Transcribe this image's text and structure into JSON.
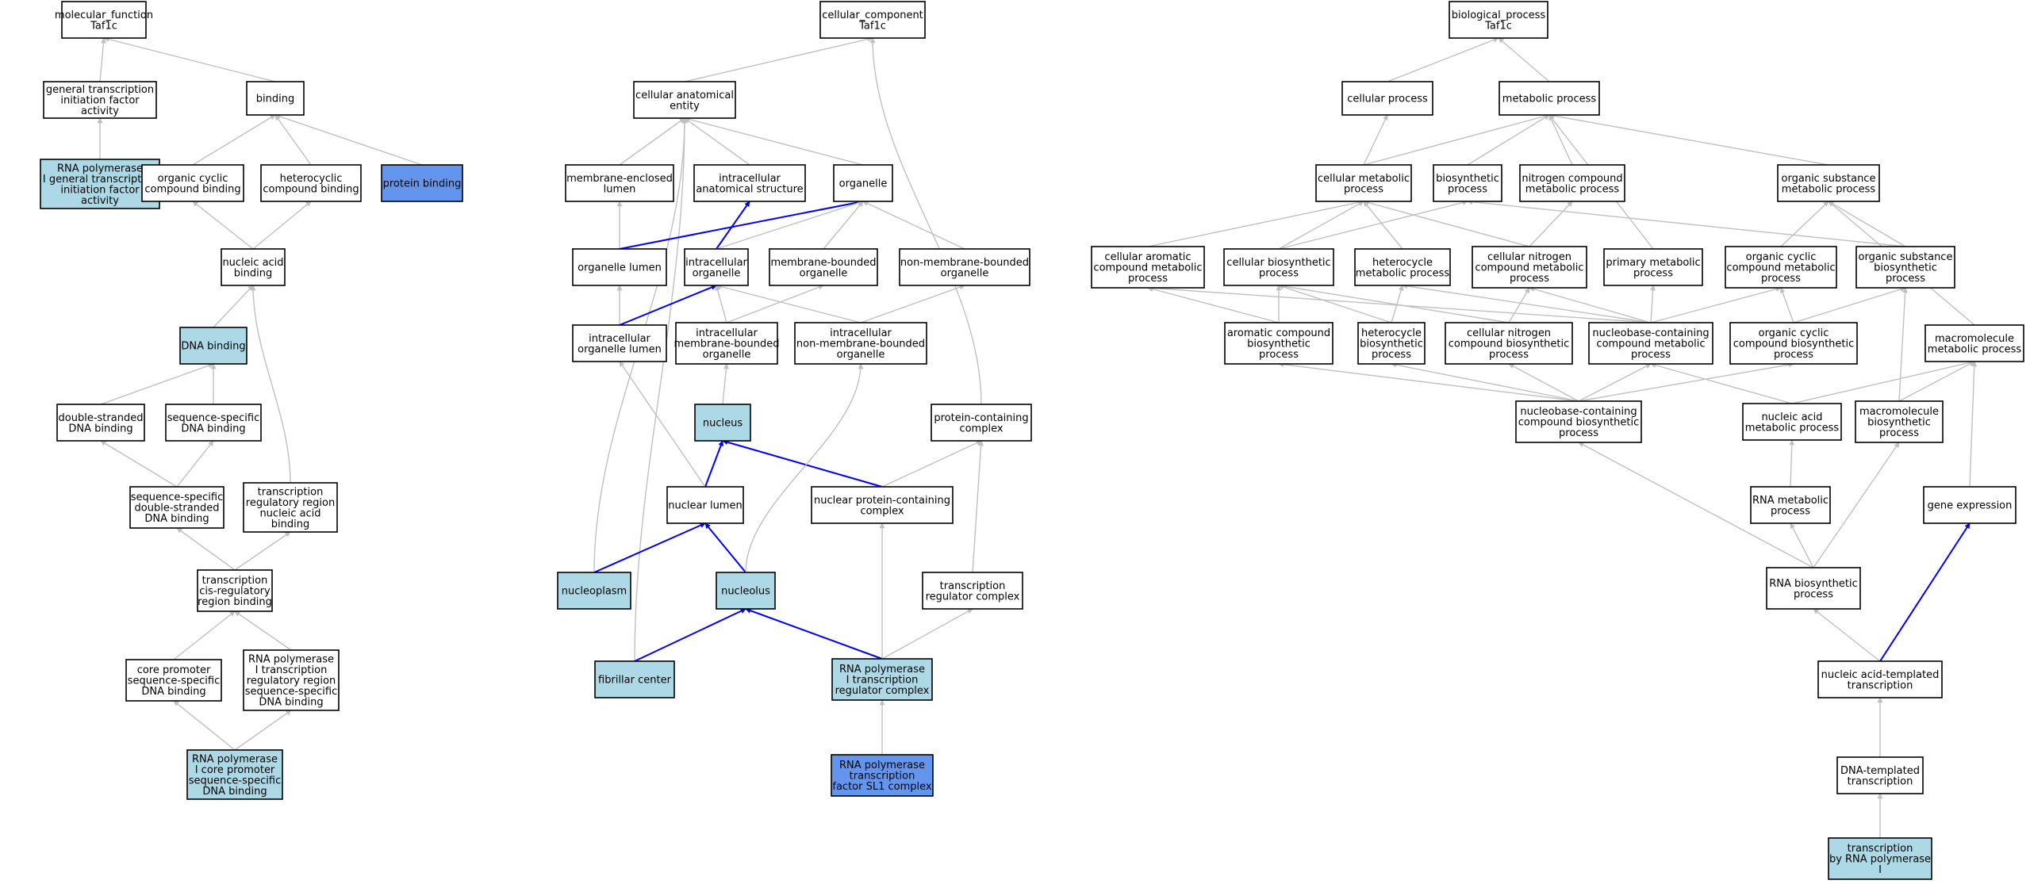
{
  "colors": {
    "plain": "#ffffff",
    "highlight_light": "#add8e6",
    "highlight_strong": "#6495ed",
    "edge_grey": "#c0c0c0",
    "edge_blue": "#0000ff"
  },
  "nodes": [
    {
      "id": "mf",
      "lines": [
        "molecular_function",
        "Taf1c"
      ],
      "style": "plain"
    },
    {
      "id": "gtifa",
      "lines": [
        "general transcription",
        "initiation factor",
        "activity"
      ],
      "style": "plain"
    },
    {
      "id": "binding",
      "lines": [
        "binding"
      ],
      "style": "plain"
    },
    {
      "id": "rnap1gtifa",
      "lines": [
        "RNA polymerase",
        "I general transcription",
        "initiation factor",
        "activity"
      ],
      "style": "highlight_light"
    },
    {
      "id": "ocb",
      "lines": [
        "organic cyclic",
        "compound binding"
      ],
      "style": "plain"
    },
    {
      "id": "hcb",
      "lines": [
        "heterocyclic",
        "compound binding"
      ],
      "style": "plain"
    },
    {
      "id": "protb",
      "lines": [
        "protein binding"
      ],
      "style": "highlight_strong"
    },
    {
      "id": "nab",
      "lines": [
        "nucleic acid",
        "binding"
      ],
      "style": "plain"
    },
    {
      "id": "dnab",
      "lines": [
        "DNA binding"
      ],
      "style": "highlight_light"
    },
    {
      "id": "dsdnab",
      "lines": [
        "double-stranded",
        "DNA binding"
      ],
      "style": "plain"
    },
    {
      "id": "ssdnab",
      "lines": [
        "sequence-specific",
        "DNA binding"
      ],
      "style": "plain"
    },
    {
      "id": "ssdsdnab",
      "lines": [
        "sequence-specific",
        "double-stranded",
        "DNA binding"
      ],
      "style": "plain"
    },
    {
      "id": "trrnab",
      "lines": [
        "transcription",
        "regulatory region",
        "nucleic acid",
        "binding"
      ],
      "style": "plain"
    },
    {
      "id": "tcrrb",
      "lines": [
        "transcription",
        "cis-regulatory",
        "region binding"
      ],
      "style": "plain"
    },
    {
      "id": "cpssdnab",
      "lines": [
        "core promoter",
        "sequence-specific",
        "DNA binding"
      ],
      "style": "plain"
    },
    {
      "id": "rnap1trr",
      "lines": [
        "RNA polymerase",
        "I transcription",
        "regulatory region",
        "sequence-specific",
        "DNA binding"
      ],
      "style": "plain"
    },
    {
      "id": "rnap1cp",
      "lines": [
        "RNA polymerase",
        "I core promoter",
        "sequence-specific",
        "DNA binding"
      ],
      "style": "highlight_light"
    },
    {
      "id": "cc",
      "lines": [
        "cellular_component",
        "Taf1c"
      ],
      "style": "plain"
    },
    {
      "id": "cae",
      "lines": [
        "cellular anatomical",
        "entity"
      ],
      "style": "plain"
    },
    {
      "id": "mel",
      "lines": [
        "membrane-enclosed",
        "lumen"
      ],
      "style": "plain"
    },
    {
      "id": "ias",
      "lines": [
        "intracellular",
        "anatomical structure"
      ],
      "style": "plain"
    },
    {
      "id": "organelle",
      "lines": [
        "organelle"
      ],
      "style": "plain"
    },
    {
      "id": "orglumen",
      "lines": [
        "organelle lumen"
      ],
      "style": "plain"
    },
    {
      "id": "intorg",
      "lines": [
        "intracellular",
        "organelle"
      ],
      "style": "plain"
    },
    {
      "id": "mbo",
      "lines": [
        "membrane-bounded",
        "organelle"
      ],
      "style": "plain"
    },
    {
      "id": "nmbo",
      "lines": [
        "non-membrane-bounded",
        "organelle"
      ],
      "style": "plain"
    },
    {
      "id": "iol",
      "lines": [
        "intracellular",
        "organelle lumen"
      ],
      "style": "plain"
    },
    {
      "id": "imbo",
      "lines": [
        "intracellular",
        "membrane-bounded",
        "organelle"
      ],
      "style": "plain"
    },
    {
      "id": "inmbo",
      "lines": [
        "intracellular",
        "non-membrane-bounded",
        "organelle"
      ],
      "style": "plain"
    },
    {
      "id": "nucleus",
      "lines": [
        "nucleus"
      ],
      "style": "highlight_light"
    },
    {
      "id": "pcc",
      "lines": [
        "protein-containing",
        "complex"
      ],
      "style": "plain"
    },
    {
      "id": "nuclumen",
      "lines": [
        "nuclear lumen"
      ],
      "style": "plain"
    },
    {
      "id": "npcc",
      "lines": [
        "nuclear protein-containing",
        "complex"
      ],
      "style": "plain"
    },
    {
      "id": "nucleoplasm",
      "lines": [
        "nucleoplasm"
      ],
      "style": "highlight_light"
    },
    {
      "id": "nucleolus",
      "lines": [
        "nucleolus"
      ],
      "style": "highlight_light"
    },
    {
      "id": "trc",
      "lines": [
        "transcription",
        "regulator complex"
      ],
      "style": "plain"
    },
    {
      "id": "fibc",
      "lines": [
        "fibrillar center"
      ],
      "style": "highlight_light"
    },
    {
      "id": "rnap1trc",
      "lines": [
        "RNA polymerase",
        "I transcription",
        "regulator complex"
      ],
      "style": "highlight_light"
    },
    {
      "id": "sl1",
      "lines": [
        "RNA polymerase",
        "transcription",
        "factor SL1 complex"
      ],
      "style": "highlight_strong"
    },
    {
      "id": "bp",
      "lines": [
        "biological_process",
        "Taf1c"
      ],
      "style": "plain"
    },
    {
      "id": "cellproc",
      "lines": [
        "cellular process"
      ],
      "style": "plain"
    },
    {
      "id": "metproc",
      "lines": [
        "metabolic process"
      ],
      "style": "plain"
    },
    {
      "id": "cellmet",
      "lines": [
        "cellular metabolic",
        "process"
      ],
      "style": "plain"
    },
    {
      "id": "biosyn",
      "lines": [
        "biosynthetic",
        "process"
      ],
      "style": "plain"
    },
    {
      "id": "ncmp",
      "lines": [
        "nitrogen compound",
        "metabolic process"
      ],
      "style": "plain"
    },
    {
      "id": "osmp",
      "lines": [
        "organic substance",
        "metabolic process"
      ],
      "style": "plain"
    },
    {
      "id": "cacmp",
      "lines": [
        "cellular aromatic",
        "compound metabolic",
        "process"
      ],
      "style": "plain"
    },
    {
      "id": "cbp",
      "lines": [
        "cellular biosynthetic",
        "process"
      ],
      "style": "plain"
    },
    {
      "id": "hmp",
      "lines": [
        "heterocycle",
        "metabolic process"
      ],
      "style": "plain"
    },
    {
      "id": "cncmp",
      "lines": [
        "cellular nitrogen",
        "compound metabolic",
        "process"
      ],
      "style": "plain"
    },
    {
      "id": "pmp",
      "lines": [
        "primary metabolic",
        "process"
      ],
      "style": "plain"
    },
    {
      "id": "occmp",
      "lines": [
        "organic cyclic",
        "compound metabolic",
        "process"
      ],
      "style": "plain"
    },
    {
      "id": "osbp",
      "lines": [
        "organic substance",
        "biosynthetic",
        "process"
      ],
      "style": "plain"
    },
    {
      "id": "acbp",
      "lines": [
        "aromatic compound",
        "biosynthetic",
        "process"
      ],
      "style": "plain"
    },
    {
      "id": "hbp",
      "lines": [
        "heterocycle",
        "biosynthetic",
        "process"
      ],
      "style": "plain"
    },
    {
      "id": "cncbp",
      "lines": [
        "cellular nitrogen",
        "compound biosynthetic",
        "process"
      ],
      "style": "plain"
    },
    {
      "id": "nbccmp",
      "lines": [
        "nucleobase-containing",
        "compound metabolic",
        "process"
      ],
      "style": "plain"
    },
    {
      "id": "occbp",
      "lines": [
        "organic cyclic",
        "compound biosynthetic",
        "process"
      ],
      "style": "plain"
    },
    {
      "id": "mmp",
      "lines": [
        "macromolecule",
        "metabolic process"
      ],
      "style": "plain"
    },
    {
      "id": "nbccbp",
      "lines": [
        "nucleobase-containing",
        "compound biosynthetic",
        "process"
      ],
      "style": "plain"
    },
    {
      "id": "namp",
      "lines": [
        "nucleic acid",
        "metabolic process"
      ],
      "style": "plain"
    },
    {
      "id": "mbp",
      "lines": [
        "macromolecule",
        "biosynthetic",
        "process"
      ],
      "style": "plain"
    },
    {
      "id": "rnamp",
      "lines": [
        "RNA metabolic",
        "process"
      ],
      "style": "plain"
    },
    {
      "id": "geneexp",
      "lines": [
        "gene expression"
      ],
      "style": "plain"
    },
    {
      "id": "rnabp",
      "lines": [
        "RNA biosynthetic",
        "process"
      ],
      "style": "plain"
    },
    {
      "id": "natt",
      "lines": [
        "nucleic acid-templated",
        "transcription"
      ],
      "style": "plain"
    },
    {
      "id": "dnatt",
      "lines": [
        "DNA-templated",
        "transcription"
      ],
      "style": "plain"
    },
    {
      "id": "trnap1",
      "lines": [
        "transcription",
        "by RNA polymerase",
        "I"
      ],
      "style": "highlight_light"
    }
  ],
  "edges": [
    {
      "from": "gtifa",
      "to": "mf",
      "color": "grey"
    },
    {
      "from": "binding",
      "to": "mf",
      "color": "grey"
    },
    {
      "from": "rnap1gtifa",
      "to": "gtifa",
      "color": "grey"
    },
    {
      "from": "ocb",
      "to": "binding",
      "color": "grey"
    },
    {
      "from": "hcb",
      "to": "binding",
      "color": "grey"
    },
    {
      "from": "protb",
      "to": "binding",
      "color": "grey"
    },
    {
      "from": "nab",
      "to": "ocb",
      "color": "grey"
    },
    {
      "from": "nab",
      "to": "hcb",
      "color": "grey"
    },
    {
      "from": "dnab",
      "to": "nab",
      "color": "grey"
    },
    {
      "from": "dsdnab",
      "to": "dnab",
      "color": "grey"
    },
    {
      "from": "ssdnab",
      "to": "dnab",
      "color": "grey"
    },
    {
      "from": "ssdsdnab",
      "to": "dsdnab",
      "color": "grey"
    },
    {
      "from": "ssdsdnab",
      "to": "ssdnab",
      "color": "grey"
    },
    {
      "from": "trrnab",
      "to": "nab",
      "color": "grey"
    },
    {
      "from": "tcrrb",
      "to": "ssdsdnab",
      "color": "grey"
    },
    {
      "from": "tcrrb",
      "to": "trrnab",
      "color": "grey"
    },
    {
      "from": "cpssdnab",
      "to": "tcrrb",
      "color": "grey"
    },
    {
      "from": "rnap1trr",
      "to": "tcrrb",
      "color": "grey"
    },
    {
      "from": "rnap1cp",
      "to": "cpssdnab",
      "color": "grey"
    },
    {
      "from": "rnap1cp",
      "to": "rnap1trr",
      "color": "grey"
    },
    {
      "from": "cae",
      "to": "cc",
      "color": "grey"
    },
    {
      "from": "pcc",
      "to": "cc",
      "color": "grey"
    },
    {
      "from": "mel",
      "to": "cae",
      "color": "grey"
    },
    {
      "from": "ias",
      "to": "cae",
      "color": "grey"
    },
    {
      "from": "organelle",
      "to": "cae",
      "color": "grey"
    },
    {
      "from": "nucleoplasm",
      "to": "cae",
      "color": "grey"
    },
    {
      "from": "fibc",
      "to": "cae",
      "color": "grey"
    },
    {
      "from": "orglumen",
      "to": "mel",
      "color": "grey"
    },
    {
      "from": "orglumen",
      "to": "organelle",
      "color": "blue"
    },
    {
      "from": "intorg",
      "to": "ias",
      "color": "blue"
    },
    {
      "from": "intorg",
      "to": "organelle",
      "color": "grey"
    },
    {
      "from": "mbo",
      "to": "organelle",
      "color": "grey"
    },
    {
      "from": "nmbo",
      "to": "organelle",
      "color": "grey"
    },
    {
      "from": "iol",
      "to": "orglumen",
      "color": "grey"
    },
    {
      "from": "iol",
      "to": "intorg",
      "color": "blue"
    },
    {
      "from": "imbo",
      "to": "intorg",
      "color": "grey"
    },
    {
      "from": "imbo",
      "to": "mbo",
      "color": "grey"
    },
    {
      "from": "inmbo",
      "to": "intorg",
      "color": "grey"
    },
    {
      "from": "inmbo",
      "to": "nmbo",
      "color": "grey"
    },
    {
      "from": "nucleus",
      "to": "imbo",
      "color": "grey"
    },
    {
      "from": "nuclumen",
      "to": "nucleus",
      "color": "blue"
    },
    {
      "from": "nuclumen",
      "to": "iol",
      "color": "grey"
    },
    {
      "from": "npcc",
      "to": "nucleus",
      "color": "blue"
    },
    {
      "from": "npcc",
      "to": "pcc",
      "color": "grey"
    },
    {
      "from": "nucleoplasm",
      "to": "nuclumen",
      "color": "blue"
    },
    {
      "from": "nucleolus",
      "to": "nuclumen",
      "color": "blue"
    },
    {
      "from": "nucleolus",
      "to": "inmbo",
      "color": "grey"
    },
    {
      "from": "trc",
      "to": "pcc",
      "color": "grey"
    },
    {
      "from": "fibc",
      "to": "nucleolus",
      "color": "blue"
    },
    {
      "from": "rnap1trc",
      "to": "nucleolus",
      "color": "blue"
    },
    {
      "from": "rnap1trc",
      "to": "npcc",
      "color": "grey"
    },
    {
      "from": "rnap1trc",
      "to": "trc",
      "color": "grey"
    },
    {
      "from": "sl1",
      "to": "rnap1trc",
      "color": "grey"
    },
    {
      "from": "cellproc",
      "to": "bp",
      "color": "grey"
    },
    {
      "from": "metproc",
      "to": "bp",
      "color": "grey"
    },
    {
      "from": "cellmet",
      "to": "cellproc",
      "color": "grey"
    },
    {
      "from": "cellmet",
      "to": "metproc",
      "color": "grey"
    },
    {
      "from": "biosyn",
      "to": "metproc",
      "color": "grey"
    },
    {
      "from": "ncmp",
      "to": "metproc",
      "color": "grey"
    },
    {
      "from": "osmp",
      "to": "metproc",
      "color": "grey"
    },
    {
      "from": "pmp",
      "to": "metproc",
      "color": "grey"
    },
    {
      "from": "cacmp",
      "to": "cellmet",
      "color": "grey"
    },
    {
      "from": "cbp",
      "to": "cellmet",
      "color": "grey"
    },
    {
      "from": "cbp",
      "to": "biosyn",
      "color": "grey"
    },
    {
      "from": "hmp",
      "to": "cellmet",
      "color": "grey"
    },
    {
      "from": "cncmp",
      "to": "cellmet",
      "color": "grey"
    },
    {
      "from": "cncmp",
      "to": "ncmp",
      "color": "grey"
    },
    {
      "from": "occmp",
      "to": "osmp",
      "color": "grey"
    },
    {
      "from": "osbp",
      "to": "osmp",
      "color": "grey"
    },
    {
      "from": "osbp",
      "to": "biosyn",
      "color": "grey"
    },
    {
      "from": "mmp",
      "to": "osmp",
      "color": "grey"
    },
    {
      "from": "acbp",
      "to": "cacmp",
      "color": "grey"
    },
    {
      "from": "acbp",
      "to": "cbp",
      "color": "grey"
    },
    {
      "from": "hbp",
      "to": "hmp",
      "color": "grey"
    },
    {
      "from": "hbp",
      "to": "cbp",
      "color": "grey"
    },
    {
      "from": "cncbp",
      "to": "cncmp",
      "color": "grey"
    },
    {
      "from": "cncbp",
      "to": "cbp",
      "color": "grey"
    },
    {
      "from": "nbccmp",
      "to": "cacmp",
      "color": "grey"
    },
    {
      "from": "nbccmp",
      "to": "hmp",
      "color": "grey"
    },
    {
      "from": "nbccmp",
      "to": "cncmp",
      "color": "grey"
    },
    {
      "from": "nbccmp",
      "to": "pmp",
      "color": "grey"
    },
    {
      "from": "nbccmp",
      "to": "occmp",
      "color": "grey"
    },
    {
      "from": "occbp",
      "to": "occmp",
      "color": "grey"
    },
    {
      "from": "occbp",
      "to": "osbp",
      "color": "grey"
    },
    {
      "from": "nbccbp",
      "to": "acbp",
      "color": "grey"
    },
    {
      "from": "nbccbp",
      "to": "hbp",
      "color": "grey"
    },
    {
      "from": "nbccbp",
      "to": "cncbp",
      "color": "grey"
    },
    {
      "from": "nbccbp",
      "to": "nbccmp",
      "color": "grey"
    },
    {
      "from": "nbccbp",
      "to": "occbp",
      "color": "grey"
    },
    {
      "from": "namp",
      "to": "nbccmp",
      "color": "grey"
    },
    {
      "from": "namp",
      "to": "mmp",
      "color": "grey"
    },
    {
      "from": "mbp",
      "to": "mmp",
      "color": "grey"
    },
    {
      "from": "mbp",
      "to": "osbp",
      "color": "grey"
    },
    {
      "from": "rnamp",
      "to": "namp",
      "color": "grey"
    },
    {
      "from": "geneexp",
      "to": "mmp",
      "color": "grey"
    },
    {
      "from": "rnabp",
      "to": "rnamp",
      "color": "grey"
    },
    {
      "from": "rnabp",
      "to": "mbp",
      "color": "grey"
    },
    {
      "from": "rnabp",
      "to": "nbccbp",
      "color": "grey"
    },
    {
      "from": "natt",
      "to": "rnabp",
      "color": "grey"
    },
    {
      "from": "natt",
      "to": "geneexp",
      "color": "blue"
    },
    {
      "from": "dnatt",
      "to": "natt",
      "color": "grey"
    },
    {
      "from": "trnap1",
      "to": "dnatt",
      "color": "grey"
    }
  ]
}
